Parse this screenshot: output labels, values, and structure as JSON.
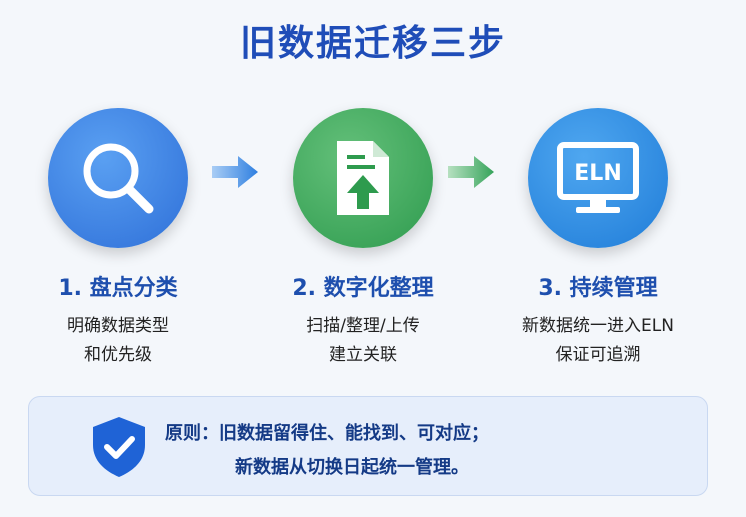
{
  "title": "旧数据迁移三步",
  "steps": [
    {
      "label": "1. 盘点分类",
      "desc_lines": [
        "明确数据类型",
        "和优先级"
      ],
      "icon": "magnifier-icon"
    },
    {
      "label": "2. 数字化整理",
      "desc_lines": [
        "扫描/整理/上传",
        "建立关联"
      ],
      "icon": "document-upload-icon"
    },
    {
      "label": "3. 持续管理",
      "desc_lines": [
        "新数据统一进入ELN",
        "保证可追溯"
      ],
      "icon": "monitor-eln-icon",
      "monitor_text": "ELN"
    }
  ],
  "principle": {
    "line1": "原则：旧数据留得住、能找到、可对应；",
    "line2": "新数据从切换日起统一管理。"
  },
  "colors": {
    "title": "#1f4db8",
    "step_label": "#1e4fae",
    "blue_circle": "#2e6fd8",
    "green_circle": "#2e9b4e",
    "arrow_blue": "#2e7fe0",
    "arrow_green": "#35a35a"
  }
}
